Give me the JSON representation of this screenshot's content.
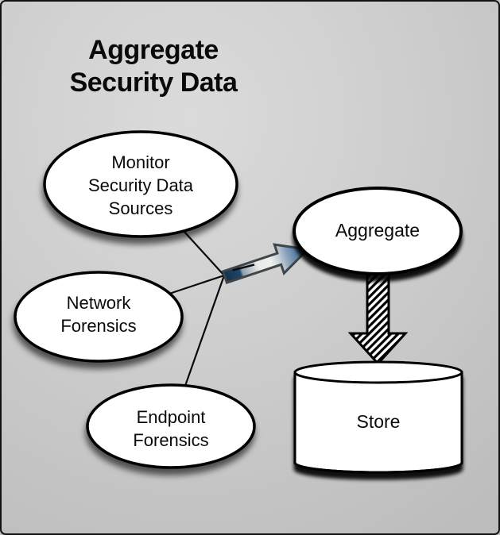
{
  "slide": {
    "title": {
      "line1": "Aggregate",
      "line2": "Security Data"
    }
  },
  "nodes": {
    "monitor": {
      "shape": "ellipse",
      "lines": [
        "Monitor",
        "Security Data",
        "Sources"
      ]
    },
    "network": {
      "shape": "ellipse",
      "lines": [
        "Network",
        "Forensics"
      ]
    },
    "endpoint": {
      "shape": "ellipse",
      "lines": [
        "Endpoint",
        "Forensics"
      ]
    },
    "aggregate": {
      "shape": "ellipse",
      "label": "Aggregate"
    },
    "store": {
      "shape": "cylinder",
      "label": "Store"
    }
  },
  "edges": [
    {
      "from": "Monitor Security Data Sources",
      "to": "junction",
      "style": "thin-line"
    },
    {
      "from": "Network Forensics",
      "to": "junction",
      "style": "thin-line"
    },
    {
      "from": "Endpoint Forensics",
      "to": "junction",
      "style": "thin-line"
    },
    {
      "from": "junction",
      "to": "Aggregate",
      "style": "block-arrow-gradient-blue"
    },
    {
      "from": "Aggregate",
      "to": "Store",
      "style": "block-arrow-hatched"
    }
  ],
  "colors": {
    "background_light": "#dadada",
    "background_dark": "#bcbcbc",
    "frame": "#111111",
    "node_fill": "#ffffff",
    "node_stroke": "#000000",
    "line": "#0a0a0a",
    "arrow_tail_navy": "#16324e",
    "arrow_mid_gray": "#eff0ee",
    "arrow_head_blue": "#4a6f99",
    "arrow_outline": "#3f4548",
    "hatch_dark": "#000000",
    "hatch_light": "#ffffff",
    "shadow": "#000000",
    "text": "#0a0a0a"
  }
}
